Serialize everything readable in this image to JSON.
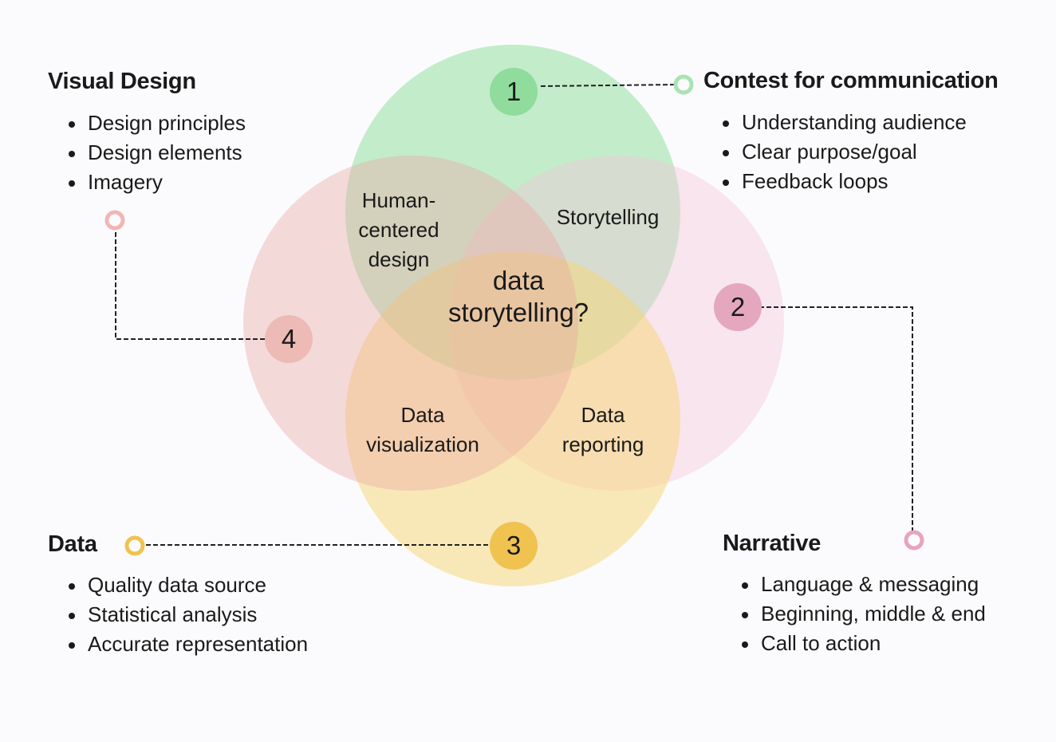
{
  "center_label": "data storytelling?",
  "overlaps": {
    "human_centered_design": "Human-\ncentered\ndesign",
    "storytelling": "Storytelling",
    "data_visualization": "Data\nvisualization",
    "data_reporting": "Data\nreporting"
  },
  "badges": {
    "one": "1",
    "two": "2",
    "three": "3",
    "four": "4"
  },
  "sections": {
    "visual_design": {
      "title": "Visual Design",
      "items": [
        "Design principles",
        "Design elements",
        "Imagery"
      ]
    },
    "context": {
      "title": "Contest for communication",
      "items": [
        "Understanding audience",
        "Clear purpose/goal",
        "Feedback loops"
      ]
    },
    "data": {
      "title": "Data",
      "items": [
        "Quality data source",
        "Statistical analysis",
        "Accurate representation"
      ]
    },
    "narrative": {
      "title": "Narrative",
      "items": [
        "Language & messaging",
        "Beginning, middle & end",
        "Call to action"
      ]
    }
  },
  "colors": {
    "green": "#8fdc9c",
    "pink": "#e5a7bd",
    "yellow": "#f0c24f",
    "salmon": "#edbab6"
  }
}
